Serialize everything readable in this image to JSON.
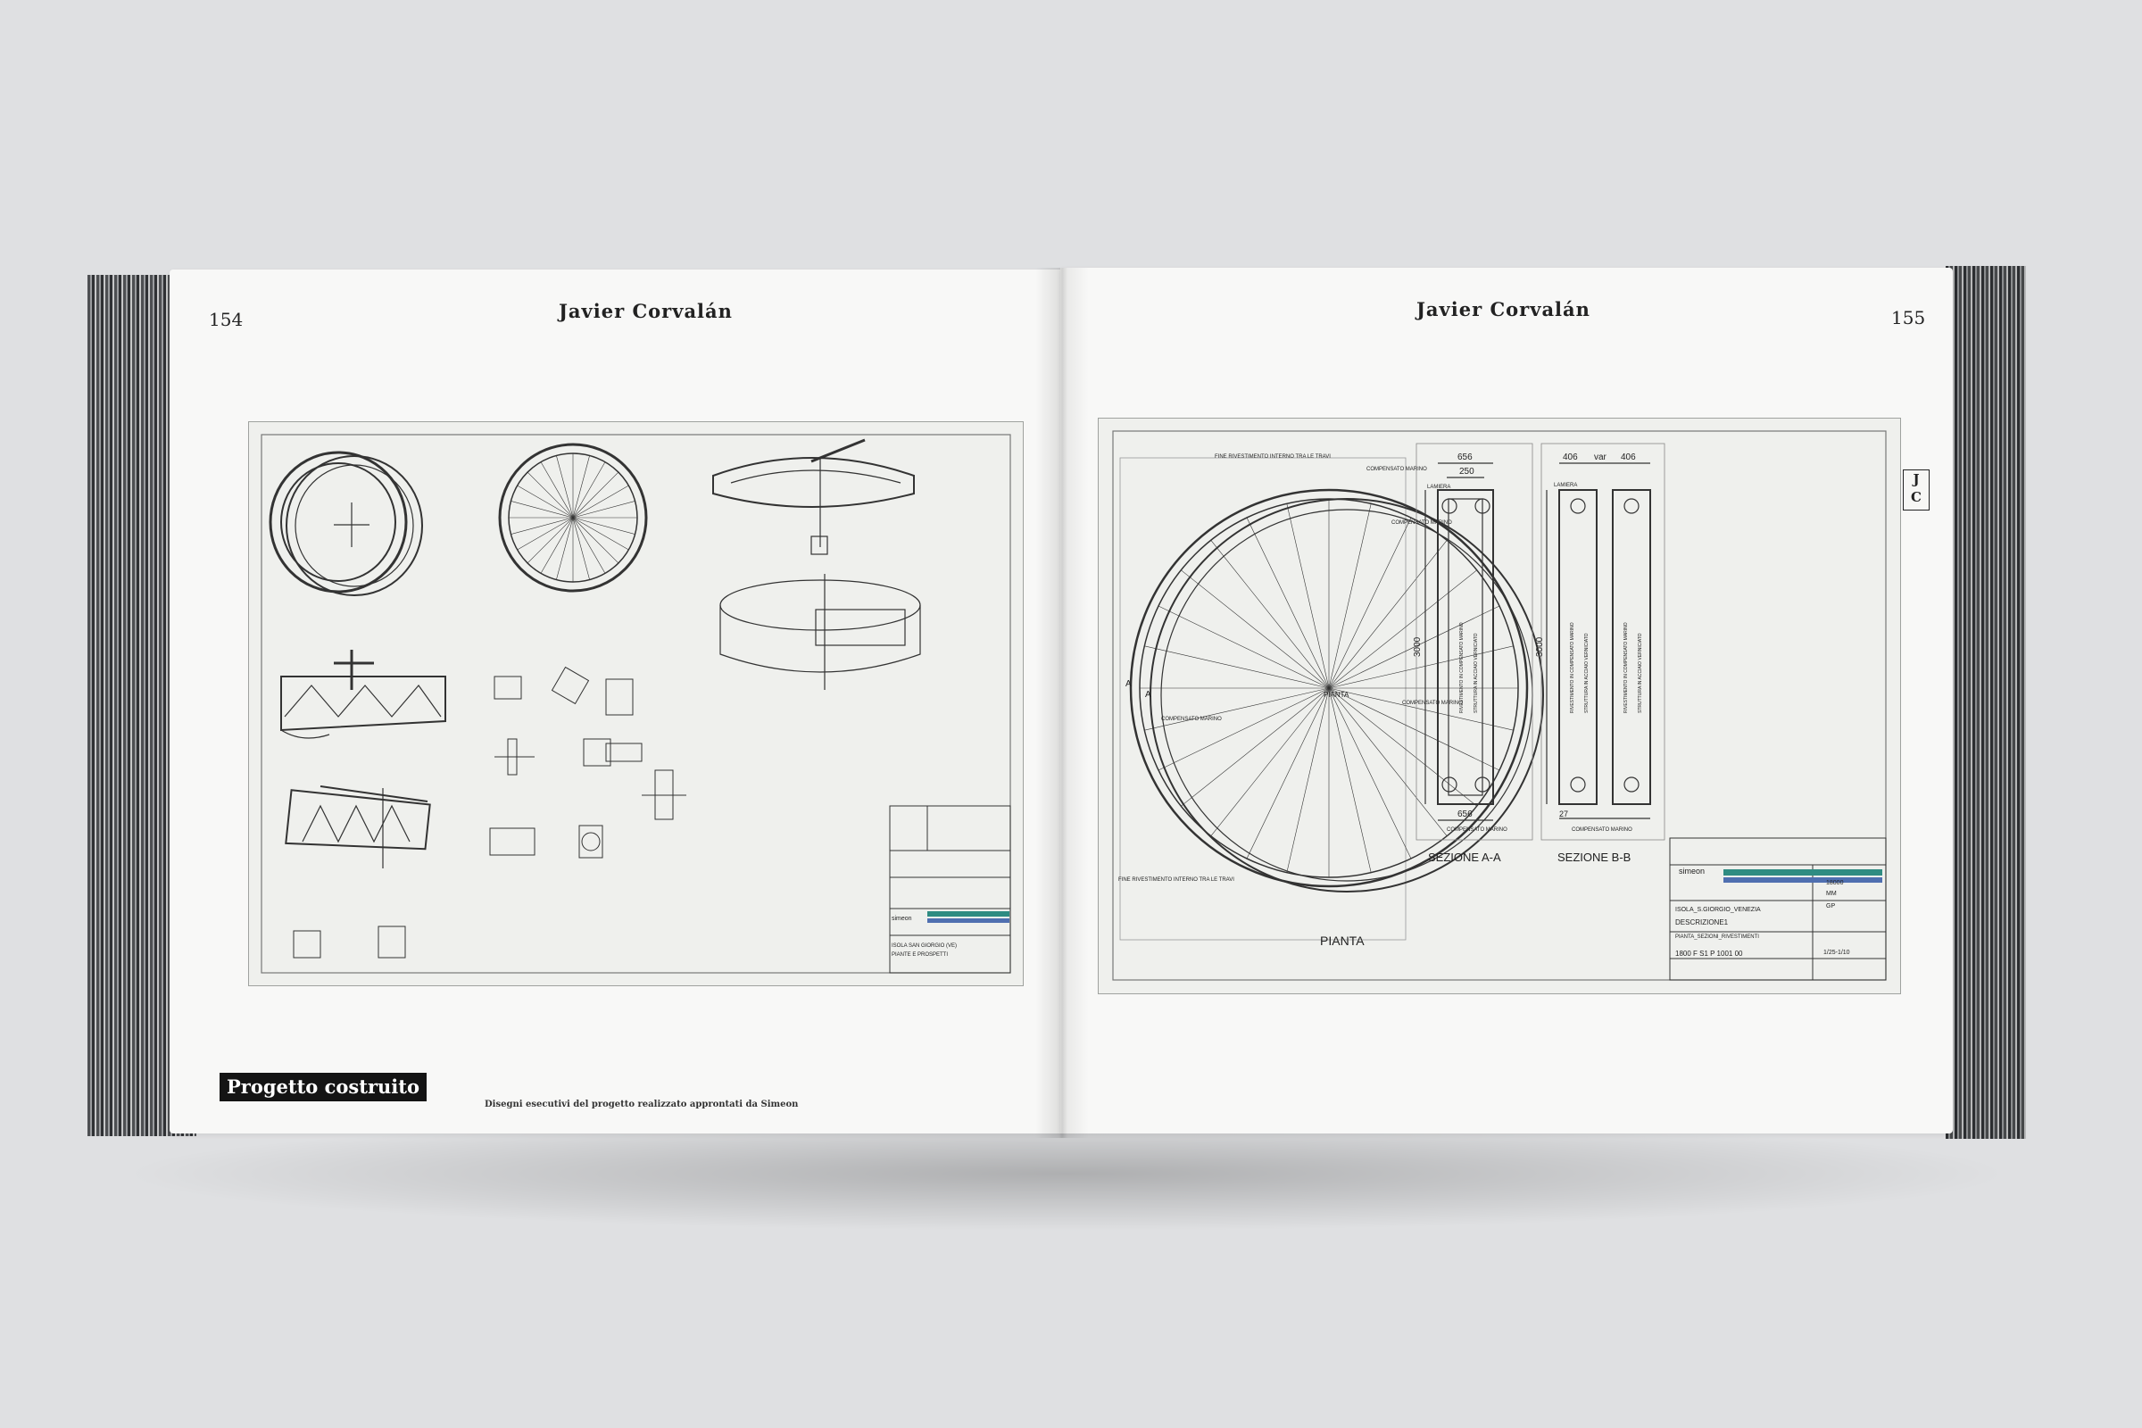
{
  "spread": {
    "left_page": {
      "page_number": "154",
      "running_head": "Javier Corvalán",
      "section_tag": "Progetto costruito",
      "caption": "Disegni esecutivi del progetto realizzato approntati da Simeon",
      "drawing": {
        "company": "simeon",
        "site": "ISOLA SAN GIORGIO (VE)",
        "title": "PIANTE E PROSPETTI"
      }
    },
    "right_page": {
      "page_number": "155",
      "running_head": "Javier Corvalán",
      "index_letters": [
        "J",
        "C"
      ],
      "drawing": {
        "plan_label": "PIANTA",
        "centre_label": "PIANTA",
        "section_aa_label": "SEZIONE A-A",
        "section_bb_label": "SEZIONE B-B",
        "marine_label": "COMPENSATO MARINO",
        "inner_cladding_label": "FINE RIVESTIMENTO INTERNO TRA LE TRAVI",
        "section_marker": "A",
        "dims": {
          "aa_width": "656",
          "aa_inner": "250",
          "aa_height": "3000",
          "aa_bottom": "656",
          "bb_left": "406",
          "bb_var": "var",
          "bb_right": "406",
          "bb_height": "3000",
          "bb_small": "27"
        },
        "section_notes": [
          "LAMIERA",
          "RIVESTIMENTO IN COMPENSATO MARINO",
          "STRUTTURA IN ACCIAIO VERNICIATO"
        ],
        "title_block": {
          "company": "simeon",
          "site": "ISOLA_S.GIORGIO_VENEZIA",
          "description": "DESCRIZIONE1",
          "subtitle": "PIANTA_SEZIONI_RIVESTIMENTI",
          "drawing_number": "1800   F   S1   P 1001 00",
          "job": "18000",
          "units": "MM",
          "author": "GP",
          "scale": "1/25-1/10"
        }
      }
    }
  }
}
